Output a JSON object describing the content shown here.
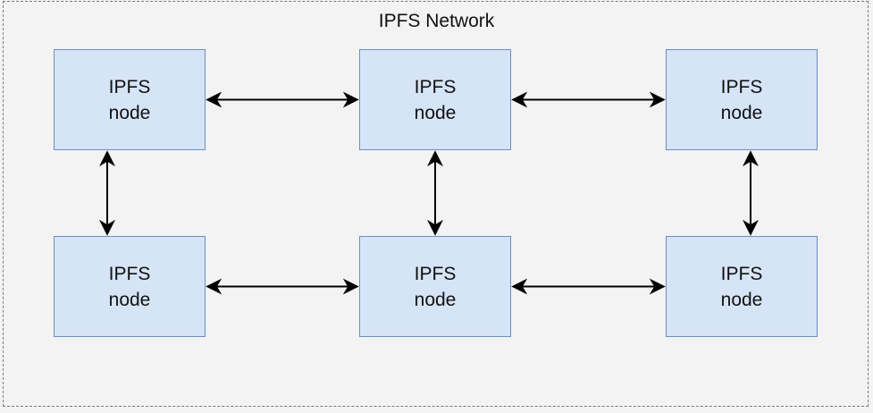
{
  "network": {
    "title": "IPFS Network"
  },
  "nodes": [
    {
      "line1": "IPFS",
      "line2": "node"
    },
    {
      "line1": "IPFS",
      "line2": "node"
    },
    {
      "line1": "IPFS",
      "line2": "node"
    },
    {
      "line1": "IPFS",
      "line2": "node"
    },
    {
      "line1": "IPFS",
      "line2": "node"
    },
    {
      "line1": "IPFS",
      "line2": "node"
    }
  ],
  "links": [
    {
      "from": 0,
      "to": 1,
      "direction": "bidirectional"
    },
    {
      "from": 1,
      "to": 2,
      "direction": "bidirectional"
    },
    {
      "from": 3,
      "to": 4,
      "direction": "bidirectional"
    },
    {
      "from": 4,
      "to": 5,
      "direction": "bidirectional"
    },
    {
      "from": 0,
      "to": 3,
      "direction": "bidirectional"
    },
    {
      "from": 1,
      "to": 4,
      "direction": "bidirectional"
    },
    {
      "from": 2,
      "to": 5,
      "direction": "bidirectional"
    }
  ],
  "colors": {
    "node_fill": "#d6e4f7",
    "node_border": "#6c8ebf",
    "arrow": "#000000",
    "background": "#f3f3f3"
  }
}
